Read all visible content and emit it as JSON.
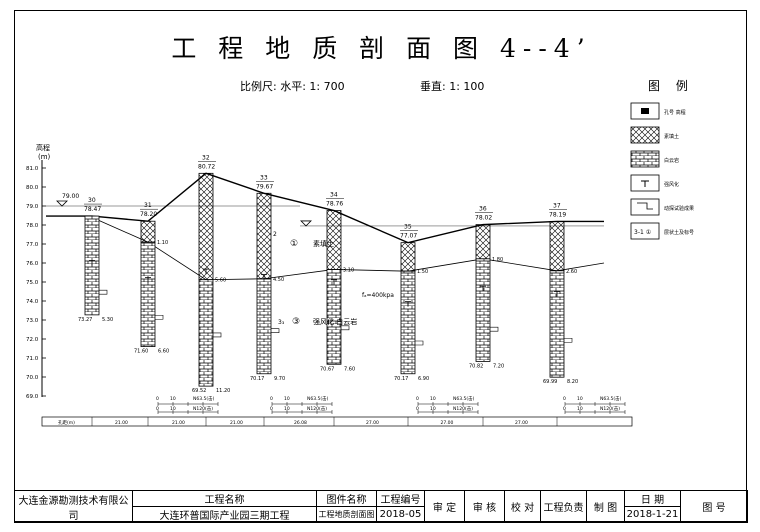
{
  "title": "工 程 地 质 剖 面 图 4--4’",
  "scale": {
    "horizontal": "比例尺: 水平: 1: 700",
    "vertical": "垂直: 1: 100"
  },
  "elevation_axis": {
    "label_top": "高程",
    "label_unit": "(m)",
    "ticks": [
      "81.0",
      "80.0",
      "79.0",
      "78.0",
      "77.0",
      "76.0",
      "75.0",
      "74.0",
      "73.0",
      "72.0",
      "71.0",
      "70.0",
      "69.0"
    ]
  },
  "boreholes": [
    {
      "id": "30",
      "elev": "78.47",
      "bottom": "73.27",
      "depth": "5.30"
    },
    {
      "id": "31",
      "elev": "78.20",
      "fill_depth": "1.10",
      "bottom": "71.60",
      "depth": "6.60"
    },
    {
      "id": "32",
      "elev": "80.72",
      "fill_depth": "5.60",
      "bottom": "69.52",
      "depth": "11.20"
    },
    {
      "id": "33",
      "elev": "79.67",
      "fill_depth": "4.50",
      "bottom": "70.17",
      "depth": "9.70"
    },
    {
      "id": "34",
      "elev": "78.76",
      "fill_depth": "3.10",
      "bottom": "70.67",
      "depth": "7.60"
    },
    {
      "id": "35",
      "elev": "77.07",
      "fill_depth": "1.50",
      "bottom": "70.17",
      "depth": "6.90"
    },
    {
      "id": "36",
      "elev": "78.02",
      "fill_depth": "1.80",
      "bottom": "70.82",
      "depth": "7.20"
    },
    {
      "id": "37",
      "elev": "78.19",
      "fill_depth": "2.60",
      "bottom": "69.99",
      "depth": "8.20"
    }
  ],
  "annotations": {
    "layer1_num": "①",
    "layer1_name": "素填土",
    "layer3_num": "③",
    "layer3_prefix": "3₃",
    "layer3_name": "强风化 白云岩",
    "fak": "fₐ=400kpa",
    "layer2_num": "2"
  },
  "spt_axes": [
    {
      "zero": "0",
      "ten": "10",
      "n635": "N63.5(击)",
      "n120": "N120(击)"
    },
    {
      "zero": "0",
      "ten": "10",
      "n635": "N63.5(击)",
      "n120": "N120(击)"
    },
    {
      "zero": "0",
      "ten": "10",
      "n635": "N63.5(击)",
      "n120": "N120(击)"
    },
    {
      "zero": "0",
      "ten": "10",
      "n635": "N63.5(击)",
      "n120": "N120(击)"
    }
  ],
  "spacing_row": {
    "label": "孔距(m)",
    "values": [
      "21.00",
      "21.00",
      "21.00",
      "26.08",
      "27.00",
      "27.00",
      "27.00"
    ]
  },
  "legend": {
    "title": "图 例",
    "items": [
      {
        "label": "孔号 高程",
        "icon": "borehole-symbol-icon"
      },
      {
        "label": "素填土",
        "icon": "fill-hatch-icon"
      },
      {
        "label": "白云岩",
        "icon": "dolomite-brick-icon"
      },
      {
        "label": "强风化",
        "icon": "weathered-symbol-icon"
      },
      {
        "label": "动探试验成果",
        "icon": "penetration-test-icon"
      },
      {
        "label": "层状土及标号",
        "icon": "layer-number-icon"
      }
    ]
  },
  "title_block": {
    "company": "大连金源勘测技术有限公司",
    "project_name_label": "工程名称",
    "project_name": "大连环普国际产业园三期工程",
    "drawing_name_label": "图件名称",
    "drawing_name": "工程地质剖面图",
    "project_no_label": "工程编号",
    "project_no": "2018-05",
    "review": "审 定",
    "check": "审 核",
    "proof": "校 对",
    "manager": "工程负责",
    "drafter": "制 图",
    "date_label": "日 期",
    "date": "2018-1-21",
    "sheet_label": "图 号"
  },
  "colors": {
    "line": "#000000",
    "background": "#ffffff"
  }
}
